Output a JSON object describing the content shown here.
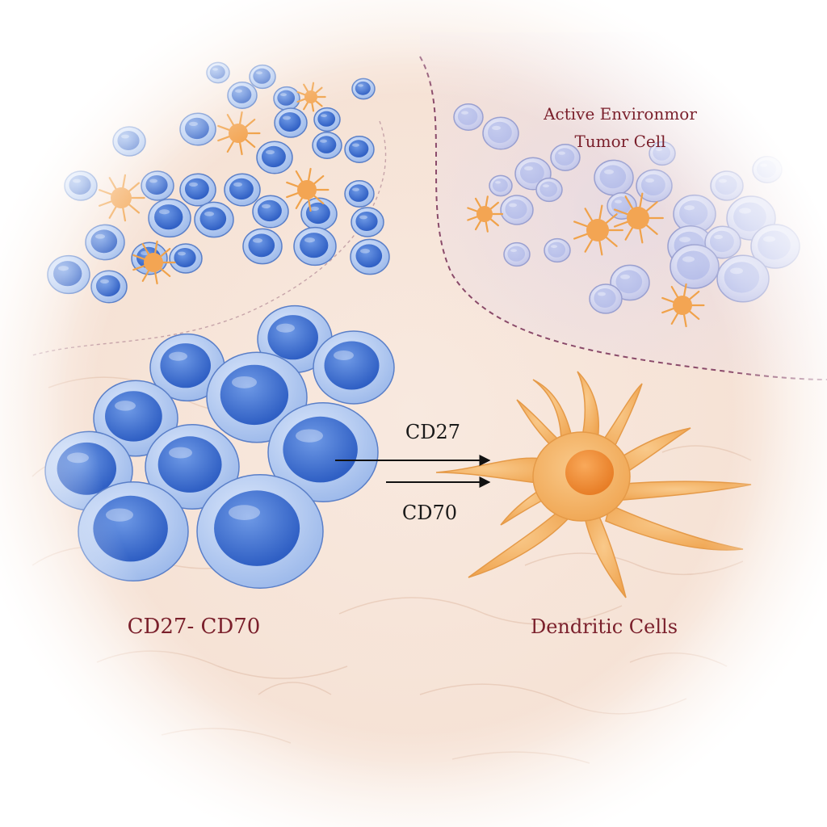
{
  "labels": {
    "tumor_region_line1": "Active Environmor",
    "tumor_region_line2": "Tumor Cell",
    "arrow_top": "CD27",
    "arrow_bottom": "CD70",
    "tcell_cluster": "CD27- CD70",
    "dendritic_cell": "Dendritic Cells"
  },
  "colors": {
    "tcell_fill": "#4d7fd6",
    "tcell_membrane": "#b9d0f2",
    "dendritic_fill": "#f4b266",
    "dendritic_nucleus": "#f08a32",
    "tissue": "#f6e3d6",
    "boundary": "#8a4a6a",
    "label_maroon": "#7a1f2b"
  }
}
